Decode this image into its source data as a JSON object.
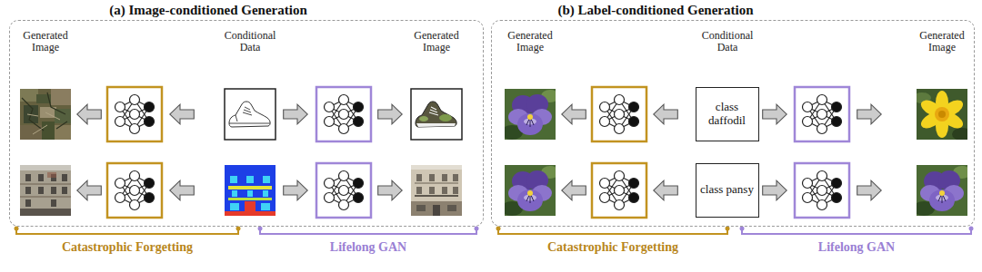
{
  "diagram": {
    "nodes": [
      {
        "text": [
          "(a) Image-conditioned Generation"
        ]
      },
      {
        "text": [
          "(b) Label-conditioned Generation"
        ]
      },
      {
        "text": [
          "class daffodil"
        ],
        "in": 1
      },
      {
        "text": [
          "class pansy"
        ],
        "in": 1
      }
    ],
    "labels": [
      "Generated Image",
      "Conditional Data",
      "Generated Image",
      "Generated Image",
      "Conditional Data",
      "Generated Image",
      "Catastrophic Forgetting",
      "Lifelong GAN",
      "Catastrophic Forgetting",
      "Lifelong GAN"
    ]
  }
}
